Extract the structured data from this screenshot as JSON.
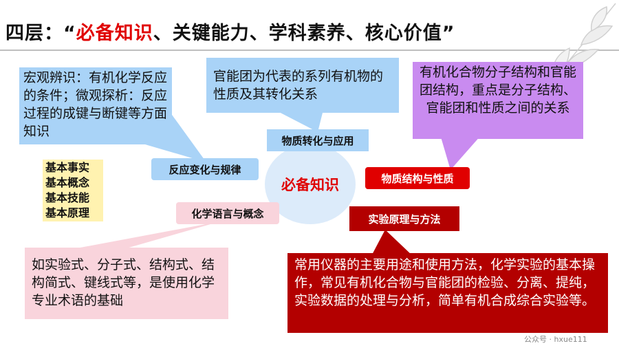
{
  "title": {
    "prefix": "四层：“",
    "highlight": "必备知识",
    "suffix": "、关键能力、学科素养、核心价值”"
  },
  "center": {
    "label": "必备知识"
  },
  "branches": {
    "zhuanhua": "物质转化与应用",
    "fanying": "反应变化与规律",
    "jiegou": "物质结构与性质",
    "huaxue": "化学语言与概念",
    "shiyan": "实验原理与方法"
  },
  "callouts": {
    "blue_left": "宏观辨识：有机化学反应的条件；微观探析：反应过程的成键与断键等方面知识",
    "blue_top": "官能团为代表的系列有机物的性质及其转化关系",
    "purple": "有机化合物分子结构和官能团结构，重点是分子结构、官能团和性质之间的关系",
    "pink": "如实验式、分子式、结构式、结构简式、键线式等，是使用化学专业术语的基础",
    "red": "常用仪器的主要用途和使用方法，化学实验的基本操作，常见有机化合物与官能团的检验、分离、提纯，实验数据的处理与分析，简单有机合成综合实验等。"
  },
  "basics": [
    "基本事实",
    "基本概念",
    "基本技能",
    "基本原理"
  ],
  "watermark": "公众号 · hxue111",
  "colors": {
    "title_red": "#e00000",
    "blue": "#a9d3f7",
    "purple": "#c98bf0",
    "pink": "#f9d4dc",
    "dark_red": "#b30000",
    "yellow": "#fff2b0",
    "circle": "#dcebfa"
  }
}
